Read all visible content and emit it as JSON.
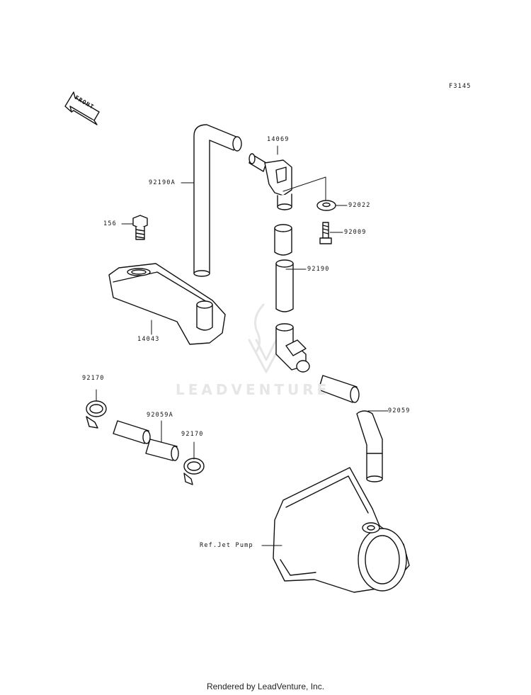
{
  "diagram_code": "F3145",
  "front_arrow_label": "FRONT",
  "watermark_text": "LEADVENTURE",
  "footer_text": "Rendered by LeadVenture, Inc.",
  "callouts": {
    "c14069": "14069",
    "c92190a": "92190A",
    "c92022": "92022",
    "c156": "156",
    "c92009": "92009",
    "c92190": "92190",
    "c14043": "14043",
    "c92170_top": "92170",
    "c92059a": "92059A",
    "c92170_bottom": "92170",
    "c92059": "92059",
    "jet_pump": "Ref.Jet Pump"
  },
  "colors": {
    "line": "#111111",
    "watermark": "#e6e6e6"
  }
}
